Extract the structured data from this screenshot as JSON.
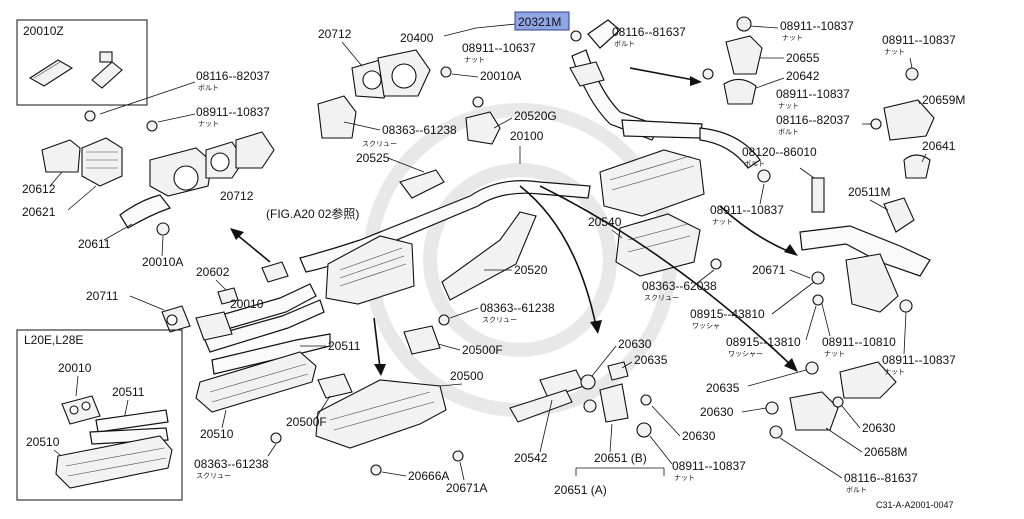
{
  "diagram": {
    "labels": {
      "p20010Z": "20010Z",
      "p08116_82037_a": "08116--82037",
      "p08116_82037_a_sub": "ボルト",
      "p08911_10837_a": "08911--10837",
      "p08911_10837_a_sub": "ナット",
      "p20612": "20612",
      "p20621": "20621",
      "p20611": "20611",
      "p20712_a": "20712",
      "p20712_b": "20712",
      "p20010A_a": "20010A",
      "p20010A_b": "20010A",
      "p20400": "20400",
      "p20321M": "20321M",
      "p08911_10637": "08911--10637",
      "p08911_10637_sub": "ナット",
      "p08363_61238_a": "08363--61238",
      "p08363_61238_a_sub": "スクリュー",
      "p20520G": "20520G",
      "p20100": "20100",
      "p20525": "20525",
      "p08116_81637_a": "08116--81637",
      "p08116_81637_a_sub": "ボルト",
      "p08911_10837_b": "08911--10837",
      "p08911_10837_b_sub": "ナット",
      "p08911_10837_c": "08911--10837",
      "p08911_10837_c_sub": "ナット",
      "p20655": "20655",
      "p20642": "20642",
      "p08911_10837_d": "08911--10837",
      "p08911_10837_d_sub": "ナット",
      "p20659M": "20659M",
      "p08116_82037_b": "08116--82037",
      "p08116_82037_b_sub": "ボルト",
      "p08120_86010": "08120--86010",
      "p08120_86010_sub": "ボルト",
      "p20641": "20641",
      "p08911_10837_e": "08911--10837",
      "p08911_10837_e_sub": "ナット",
      "p20511M": "20511M",
      "p20540": "20540",
      "p08363_62038": "08363--62038",
      "p08363_62038_sub": "スクリュー",
      "p20671": "20671",
      "p08915_43810": "08915--43810",
      "p08915_43810_sub": "ワッシャ",
      "p08915_13810": "08915--13810",
      "p08915_13810_sub": "ワッシャー",
      "p08911_10810": "08911--10810",
      "p08911_10810_sub": "ナット",
      "p08911_10837_f": "08911--10837",
      "p08911_10837_f_sub": "ナット",
      "fig_ref": "(FIG.A20   02参照)",
      "p20602": "20602",
      "p20711": "20711",
      "p20010": "20010",
      "p20511_a": "20511",
      "p20520": "20520",
      "p08363_61238_b": "08363--61238",
      "p08363_61238_b_sub": "スクリュー",
      "p20500F_a": "20500F",
      "p20500F_b": "20500F",
      "p20500": "20500",
      "p20510_a": "20510",
      "p08363_61238_c": "08363--61238",
      "p08363_61238_c_sub": "スクリュー",
      "p20666A": "20666A",
      "p20671A": "20671A",
      "inset_title": "L20E,L28E",
      "inset_20010": "20010",
      "inset_20511": "20511",
      "inset_20510": "20510",
      "p20630_a": "20630",
      "p20635_a": "20635",
      "p20542": "20542",
      "p20651B": "20651 (B)",
      "p20651A": "20651 (A)",
      "p20630_b": "20630",
      "p08911_10837_g": "08911--10837",
      "p08911_10837_g_sub": "ナット",
      "p20635_b": "20635",
      "p20630_c": "20630",
      "p20630_d": "20630",
      "p20658M": "20658M",
      "p08116_81637_b": "08116--81637",
      "p08116_81637_b_sub": "ボルト",
      "catalog_code": "C31-A-A2001-0047"
    },
    "highlight_color": "#8fa6e6"
  }
}
